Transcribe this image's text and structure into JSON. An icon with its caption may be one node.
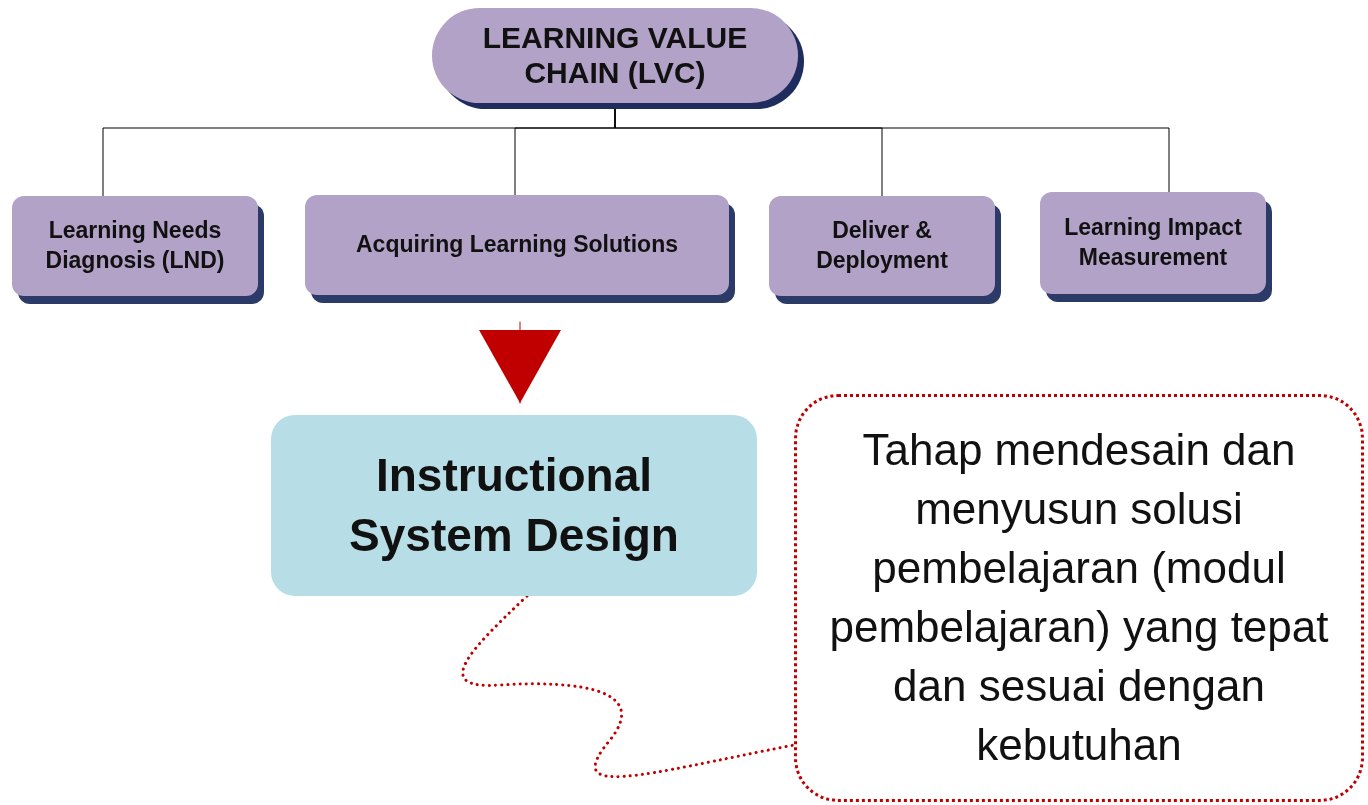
{
  "diagram": {
    "nodes": [
      {
        "text": [
          "LEARNING VALUE CHAIN (LVC)"
        ]
      },
      {
        "text": [
          "Learning Needs Diagnosis (LND)"
        ]
      },
      {
        "text": [
          "Acquiring Learning Solutions"
        ]
      },
      {
        "text": [
          "Deliver & Deployment"
        ]
      },
      {
        "text": [
          "Learning Impact Measurement"
        ]
      },
      {
        "text": [
          "Instructional System Design"
        ]
      },
      {
        "text": [
          "Tahap mendesain dan menyusun solusi pembelajaran (modul pembelajaran) yang tepat dan sesuai dengan kebutuhan"
        ]
      }
    ],
    "edges": [
      {
        "from": 0,
        "to": 1,
        "arrow": "none"
      },
      {
        "from": 0,
        "to": 2,
        "arrow": "none"
      },
      {
        "from": 0,
        "to": 3,
        "arrow": "none"
      },
      {
        "from": 0,
        "to": 4,
        "arrow": "none"
      },
      {
        "from": 2,
        "to": 5,
        "arrow": "to",
        "color": "#c00000"
      },
      {
        "from": 5,
        "to": 6,
        "arrow": "none",
        "style": "dashed",
        "color": "#c00000"
      }
    ]
  }
}
